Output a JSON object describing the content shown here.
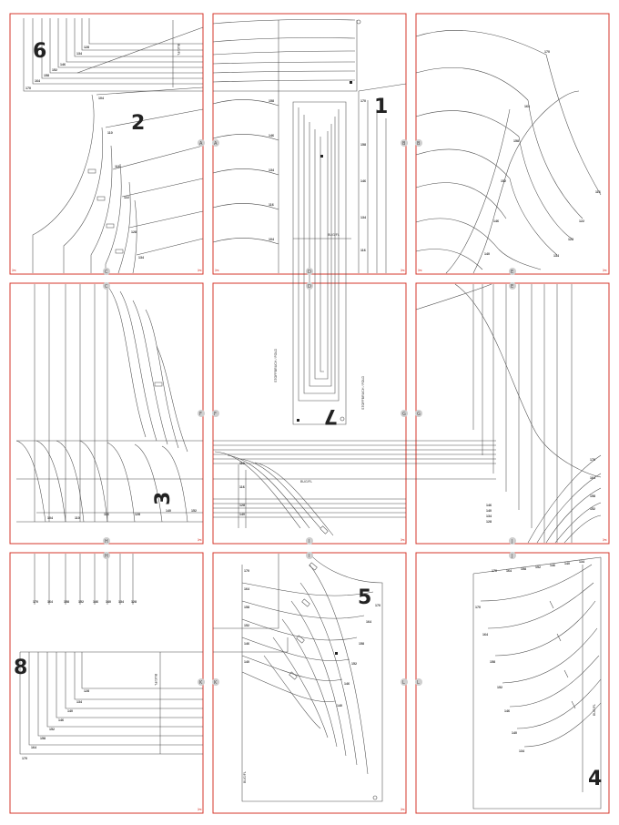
{
  "pieces": [
    {
      "id": "p1",
      "label": "1"
    },
    {
      "id": "p2",
      "label": "2"
    },
    {
      "id": "p3",
      "label": "3"
    },
    {
      "id": "p4",
      "label": "4"
    },
    {
      "id": "p5",
      "label": "5"
    },
    {
      "id": "p6",
      "label": "6"
    },
    {
      "id": "p7",
      "label": "7"
    },
    {
      "id": "p8",
      "label": "8"
    }
  ],
  "join_marks": {
    "A": "A",
    "B": "B",
    "C": "C",
    "D": "D",
    "E": "E",
    "F": "F",
    "G": "G",
    "H": "H",
    "I": "I",
    "J": "J",
    "K": "K",
    "L": "L"
  },
  "sizes": [
    "170",
    "164",
    "158",
    "152",
    "146",
    "140",
    "134",
    "128",
    "122",
    "116",
    "110",
    "104"
  ],
  "grain_text": "BUG/FL",
  "fold_text": "STOFFBRUCH / FOLD"
}
